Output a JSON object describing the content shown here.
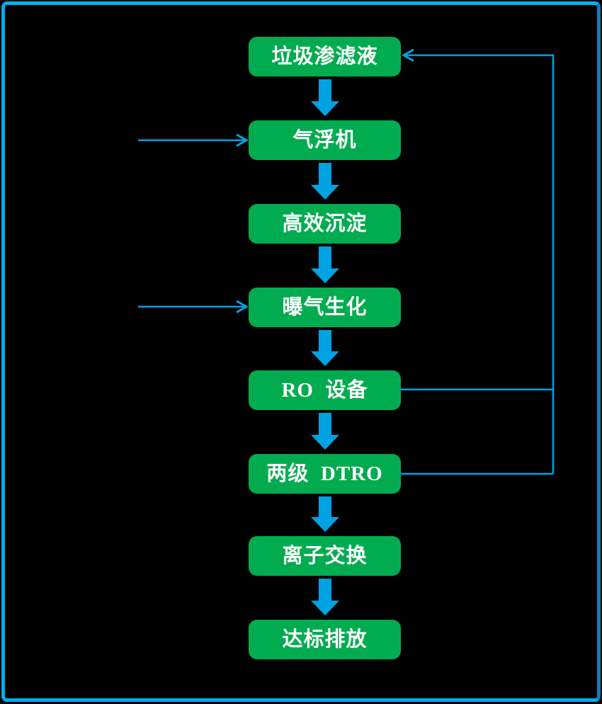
{
  "colors": {
    "background": "#000000",
    "green": "#00AC4F",
    "blue": "#00A2E2",
    "text": "#FFFFFF",
    "border-top": "#00B4F4",
    "border-right": "#0A80C2",
    "border-bottom": "#00ACEC",
    "border-left": "#00AEEF"
  },
  "flow": {
    "boxes": [
      {
        "label": "垃圾渗滤液"
      },
      {
        "label": "气浮机"
      },
      {
        "label": "高效沉淀"
      },
      {
        "label": "曝气生化"
      },
      {
        "label": "RO  设备"
      },
      {
        "label": "两级  DTRO"
      },
      {
        "label": "离子交换"
      },
      {
        "label": "达标排放"
      }
    ]
  }
}
